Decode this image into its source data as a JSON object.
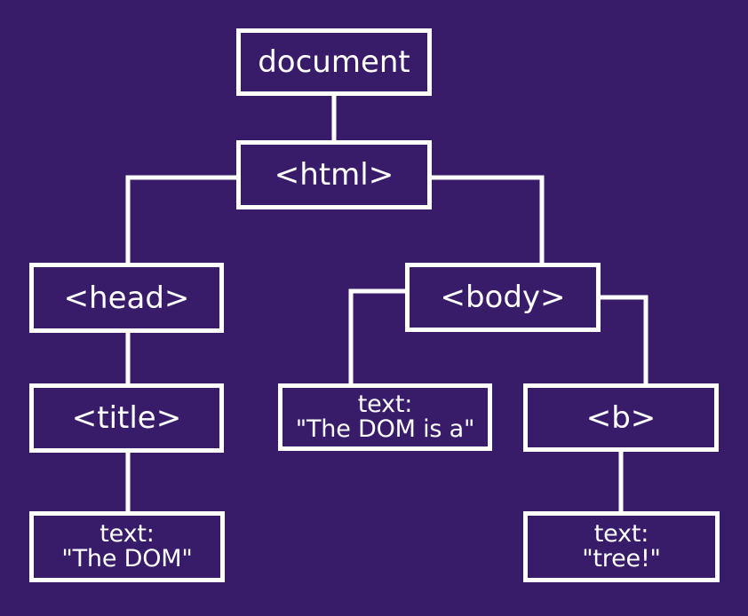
{
  "diagram": {
    "nodes": {
      "document": {
        "label": "document"
      },
      "html": {
        "label": "<html>"
      },
      "head": {
        "label": "<head>"
      },
      "body": {
        "label": "<body>"
      },
      "title": {
        "label": "<title>"
      },
      "text_dom_is_a": {
        "line1": "text:",
        "line2": "\"The DOM is a\""
      },
      "b": {
        "label": "<b>"
      },
      "text_the_dom": {
        "line1": "text:",
        "line2": "\"The DOM\""
      },
      "text_tree": {
        "line1": "text:",
        "line2": "\"tree!\""
      }
    },
    "edges": [
      [
        "document",
        "html"
      ],
      [
        "html",
        "head"
      ],
      [
        "html",
        "body"
      ],
      [
        "head",
        "title"
      ],
      [
        "title",
        "text_the_dom"
      ],
      [
        "body",
        "text_dom_is_a"
      ],
      [
        "body",
        "b"
      ],
      [
        "b",
        "text_tree"
      ]
    ]
  },
  "colors": {
    "background": "#381C6A",
    "foreground": "#FFFFFF"
  }
}
